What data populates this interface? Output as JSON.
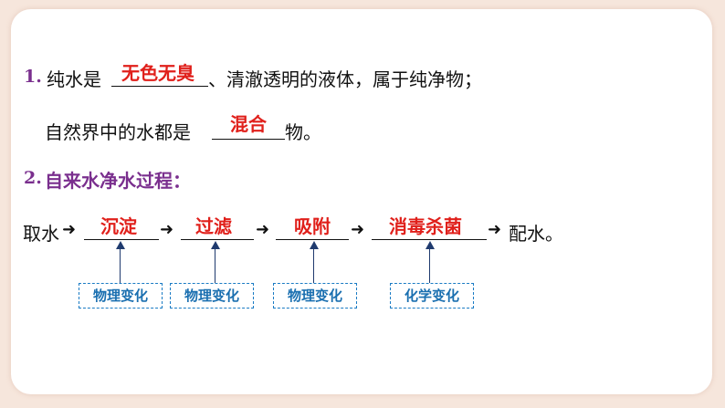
{
  "line1": {
    "number": "1.",
    "prefix": "纯水是",
    "answer": "无色无臭",
    "suffix": "、清澈透明的液体，属于纯净物；"
  },
  "line2": {
    "prefix": "自然界中的水都是",
    "answer": "混合",
    "suffix": "物。"
  },
  "heading2": {
    "number": "2.",
    "text": "自来水净水过程："
  },
  "process": {
    "start": "取水",
    "end": "配水。",
    "arrow": "➜",
    "steps": [
      {
        "answer": "沉淀",
        "change": "物理变化"
      },
      {
        "answer": "过滤",
        "change": "物理变化"
      },
      {
        "answer": "吸附",
        "change": "物理变化"
      },
      {
        "answer": "消毒杀菌",
        "change": "化学变化"
      }
    ]
  },
  "colors": {
    "answer": "#e0201b",
    "heading": "#7a2f8e",
    "tag_border": "#1a7bc4",
    "tag_text": "#1a6fb0",
    "connector": "#1f3a6e",
    "background": "#f6e6dc"
  }
}
